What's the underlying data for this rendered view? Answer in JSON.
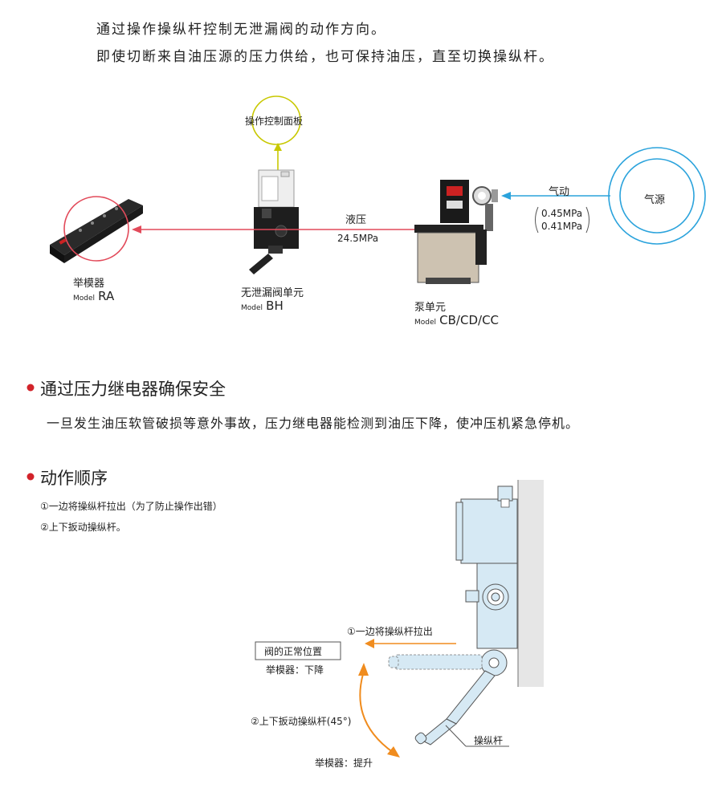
{
  "intro": {
    "line1": "通过操作操纵杆控制无泄漏阀的动作方向。",
    "line2": "即使切断来自油压源的压力供给，也可保持油压，直至切换操纵杆。"
  },
  "diagram": {
    "panel_label": "操作控制面板",
    "air_source": "气源",
    "air_label": "气动",
    "air_pressure_1": "0.45MPa",
    "air_pressure_2": "0.41MPa",
    "hydraulic_label": "液压",
    "hydraulic_pressure": "24.5MPa",
    "lifter_name": "举模器",
    "lifter_model_prefix": "Model",
    "lifter_model": "RA",
    "valve_name": "无泄漏阀单元",
    "valve_model_prefix": "Model",
    "valve_model": "BH",
    "pump_name": "泵单元",
    "pump_model_prefix": "Model",
    "pump_model": "CB/CD/CC"
  },
  "section1": {
    "title": "通过压力继电器确保安全",
    "body": "一旦发生油压软管破损等意外事故，压力继电器能检测到油压下降，使冲压机紧急停机。"
  },
  "section2": {
    "title": "动作顺序",
    "step1": "①一边将操纵杆拉出（为了防止操作出错）",
    "step2": "②上下扳动操纵杆。",
    "pull_label": "①一边将操纵杆拉出",
    "normal_position": "阀的正常位置",
    "lifter_down": "举模器：下降",
    "swing_label": "②上下扳动操纵杆(45°)",
    "lifter_up": "举模器：提升",
    "lever_label": "操纵杆"
  },
  "colors": {
    "bullet": "#d2232a",
    "lifter_circle": "#e24a5a",
    "panel_circle": "#c8c800",
    "air_circle": "#2ba3dc",
    "orange_arrow": "#f08c1e",
    "machine_fill": "#d6e9f4"
  }
}
